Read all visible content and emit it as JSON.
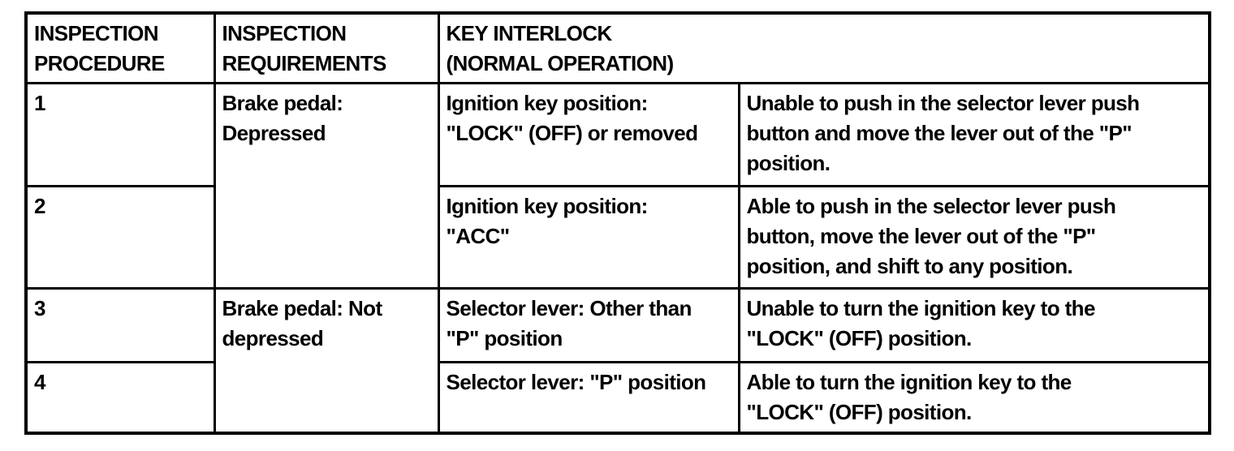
{
  "page": {
    "background_color": "#ffffff",
    "line_color": "#000000",
    "text_color": "#000000"
  },
  "table": {
    "headers": {
      "procedure": "INSPECTION\nPROCEDURE",
      "requirements": "INSPECTION\nREQUIREMENTS",
      "key_interlock": "KEY INTERLOCK\n(NORMAL OPERATION)"
    },
    "rows": [
      {
        "procedure": "1",
        "requirement": "Brake pedal:\nDepressed",
        "condition": "Ignition key position:\n\"LOCK\" (OFF) or removed",
        "result": "Unable to push in the selector lever push\nbutton and move the lever out of the \"P\"\nposition."
      },
      {
        "procedure": "2",
        "condition": "Ignition key position:\n\"ACC\"",
        "result": "Able to push in the selector lever push\nbutton, move the lever out of the \"P\"\nposition, and shift to any position."
      },
      {
        "procedure": "3",
        "requirement": "Brake pedal: Not\ndepressed",
        "condition": "Selector lever: Other than\n\"P\" position",
        "result": "Unable to turn the ignition key to the\n\"LOCK\" (OFF) position."
      },
      {
        "procedure": "4",
        "condition": "Selector lever: \"P\" position",
        "result": "Able to turn the ignition key to the\n\"LOCK\" (OFF) position."
      }
    ]
  }
}
